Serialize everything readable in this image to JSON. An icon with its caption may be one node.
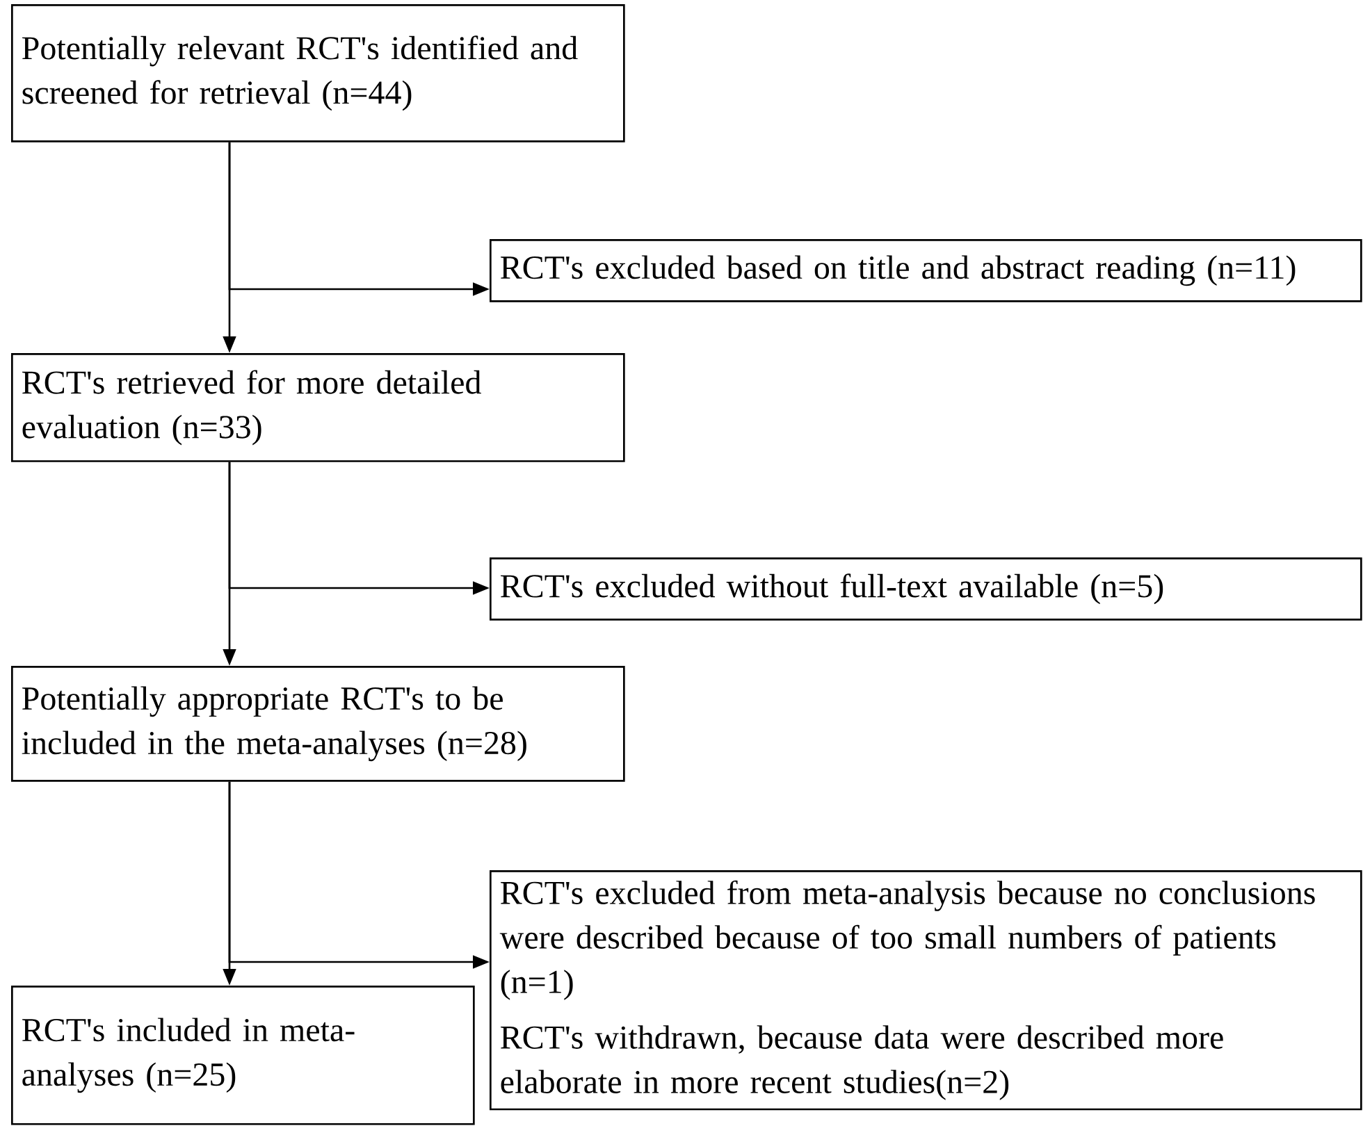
{
  "diagram": {
    "nodes": [
      {
        "text": [
          "Potentially  relevant RCT's identified and screened for retrieval (n=44)"
        ]
      },
      {
        "text": [
          "RCT's excluded based on title and abstract reading (n=11)"
        ]
      },
      {
        "text": [
          "RCT's retrieved for more detailed evaluation (n=33)"
        ]
      },
      {
        "text": [
          "RCT's excluded without full-text available (n=5)"
        ]
      },
      {
        "text": [
          "Potentially appropriate RCT's to be included in the meta-analyses (n=28)"
        ]
      },
      {
        "text": [
          "RCT's excluded from meta-analysis because no conclusions were described because of too small numbers of patients (n=1)",
          "RCT's withdrawn, because data were described more elaborate in more recent studies(n=2)"
        ]
      },
      {
        "text": [
          "RCT's included in meta-analyses (n=25)"
        ]
      }
    ],
    "edges": [
      {
        "from": 0,
        "to": 2,
        "arrow": "to"
      },
      {
        "from": 0,
        "to": 1,
        "arrow": "to"
      },
      {
        "from": 2,
        "to": 4,
        "arrow": "to"
      },
      {
        "from": 2,
        "to": 3,
        "arrow": "to"
      },
      {
        "from": 4,
        "to": 6,
        "arrow": "to"
      },
      {
        "from": 4,
        "to": 5,
        "arrow": "to"
      }
    ]
  }
}
